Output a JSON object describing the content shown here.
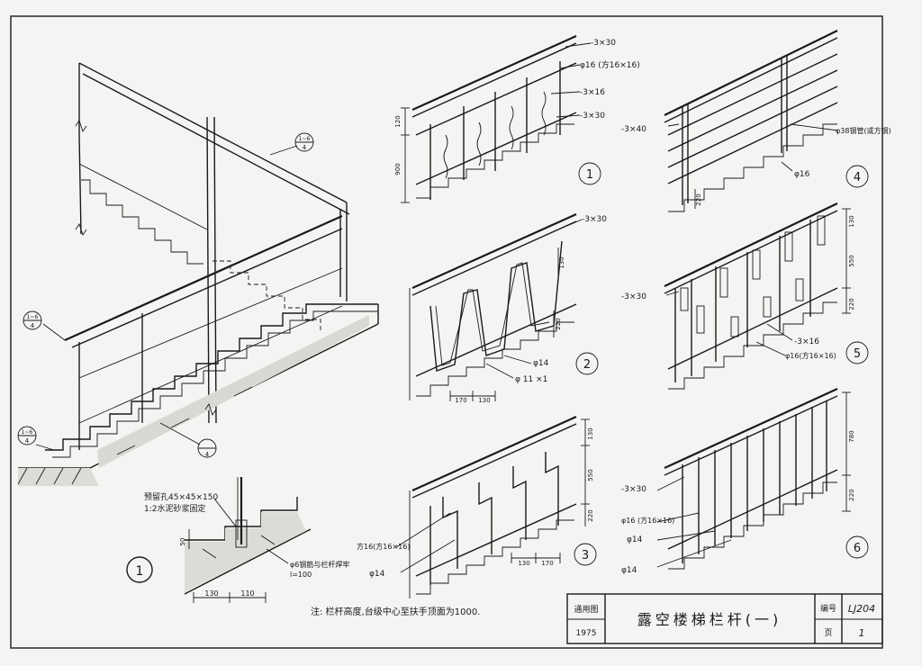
{
  "title_block": {
    "general_label": "通用图",
    "year": "1975",
    "title": "露空楼梯栏杆(一)",
    "number_label": "编号",
    "number_value": "LJ204",
    "page_label": "页",
    "page_value": "1"
  },
  "note": "注: 栏杆高度,台级中心至扶手顶面为1000.",
  "overview": {
    "callouts": [
      {
        "id": "c-upper",
        "top": "1~6",
        "bottom": "4"
      },
      {
        "id": "c-left",
        "top": "1~6",
        "bottom": "4"
      },
      {
        "id": "c-bottom",
        "top": "1~6",
        "bottom": "4"
      },
      {
        "id": "c-mid",
        "top": "",
        "bottom": "4"
      }
    ]
  },
  "detail": {
    "number": "1",
    "label_hole": "预留孔45×45×150",
    "label_mortar": "1:2水泥砂浆固定",
    "label_rebar": "φ6钢筋与栏杆焊牢",
    "label_rebar_len": "l=100",
    "dim_left": "130",
    "dim_right": "110",
    "dim_v": "50"
  },
  "panels": [
    {
      "number": "1",
      "labels": [
        "-3×30",
        "φ16 (方16×16)",
        "-3×16",
        "-3×30"
      ],
      "dims": [
        "120",
        "900"
      ]
    },
    {
      "number": "2",
      "labels": [
        "-3×30",
        "φ14",
        "φ 11 ×1"
      ],
      "dims": [
        "130",
        "220",
        "170",
        "130"
      ]
    },
    {
      "number": "3",
      "labels": [
        "方16(方16×16)",
        "φ14"
      ],
      "dims": [
        "130",
        "550",
        "220",
        "130",
        "170"
      ]
    },
    {
      "number": "4",
      "labels": [
        "-3×40",
        "φ38钢管(或方钢)",
        "φ16"
      ],
      "dims": [
        "220"
      ]
    },
    {
      "number": "5",
      "labels": [
        "-3×30",
        "-3×16",
        "φ16(方16×16)"
      ],
      "dims": [
        "130",
        "550",
        "220"
      ]
    },
    {
      "number": "6",
      "labels": [
        "-3×30",
        "φ16 (方16×16)",
        "φ14",
        "φ14"
      ],
      "dims": [
        "780",
        "220"
      ]
    }
  ]
}
